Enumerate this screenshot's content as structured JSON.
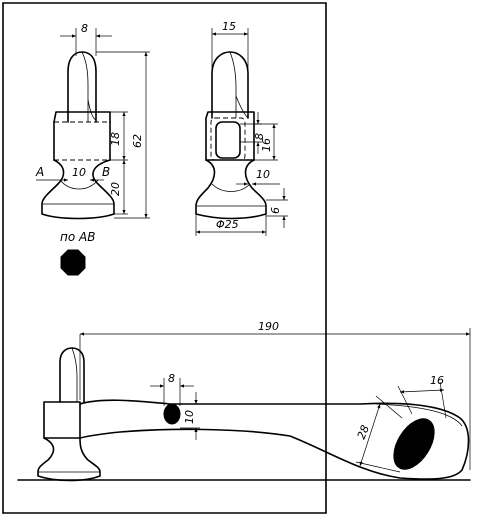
{
  "dimensions": {
    "top_left_width": "8",
    "top_left_height": "62",
    "top_left_collar": "18",
    "top_left_base": "20",
    "top_left_waist": "10",
    "top_right_width": "15",
    "top_right_slot": "8",
    "top_right_slot_height": "16",
    "top_right_waist": "10",
    "top_right_base": "6",
    "top_right_diameter": "Φ25",
    "bottom_length": "190",
    "bottom_hole_width": "8",
    "bottom_hole_height": "10",
    "bottom_end_width": "16",
    "bottom_end_length": "28"
  },
  "labels": {
    "section_a": "A",
    "section_b": "B",
    "section_caption": "по АВ"
  }
}
